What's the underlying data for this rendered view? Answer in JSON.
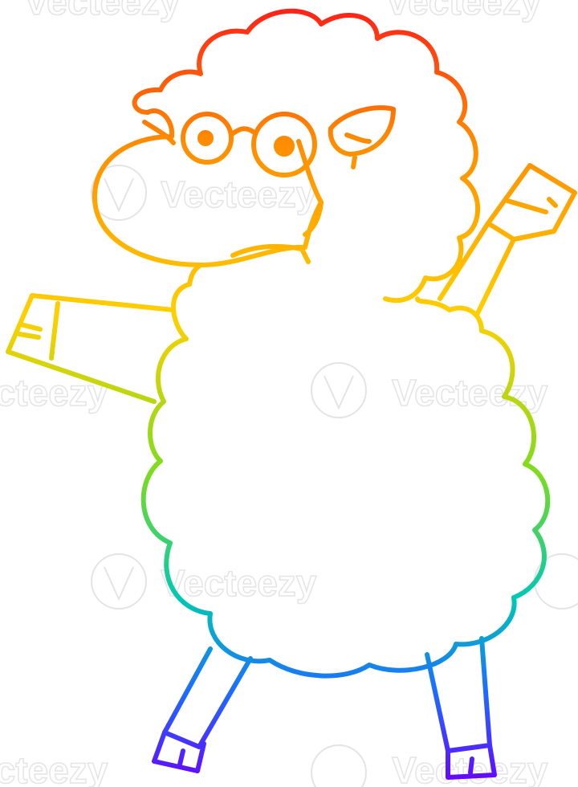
{
  "illustration": {
    "subject": "cartoon sheep with glasses waving",
    "style": "rainbow gradient line art",
    "gradient_colors": [
      "#ff1a1a",
      "#ff8c00",
      "#ffd000",
      "#7ddc1f",
      "#00c8b4",
      "#1e6bff",
      "#6a00ff"
    ]
  },
  "watermark": {
    "text": "Vecteezy",
    "logo_icon": "vecteezy-v-logo-icon"
  }
}
